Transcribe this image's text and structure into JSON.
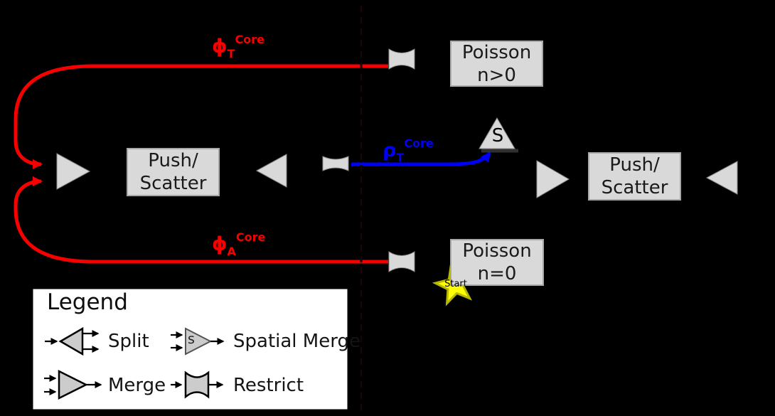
{
  "colors": {
    "background": "#000000",
    "flux_red": "#f80000",
    "density_blue": "#0000f5",
    "node_fill": "#d9d9d9",
    "node_border": "#a8a8a8",
    "node_text": "#1a1a1a",
    "legend_bg": "#ffffff",
    "legend_border": "#000000",
    "star_fill": "#ffff00",
    "star_border": "#b8b800"
  },
  "nodes": {
    "push_scatter_left": {
      "line1": "Push/",
      "line2": "Scatter"
    },
    "push_scatter_right": {
      "line1": "Push/",
      "line2": "Scatter"
    },
    "poisson_positive": {
      "line1": "Poisson",
      "line2": "n>0"
    },
    "poisson_zero": {
      "line1": "Poisson",
      "line2": "n=0"
    },
    "spatial_merge_letter": "S",
    "start_label": "Start"
  },
  "edge_labels": {
    "phi_T": {
      "symbol": "ϕ",
      "subscript": "T",
      "superscript": "Core"
    },
    "phi_A": {
      "symbol": "ϕ",
      "subscript": "A",
      "superscript": "Core"
    },
    "rho_T": {
      "symbol": "ρ",
      "subscript": "T",
      "superscript": "Core"
    }
  },
  "legend": {
    "title": "Legend",
    "spatial_merge_icon_letter": "s",
    "items": [
      {
        "icon": "split-icon",
        "label": "Split"
      },
      {
        "icon": "spatial-merge-icon",
        "label": "Spatial Merge"
      },
      {
        "icon": "merge-icon",
        "label": "Merge"
      },
      {
        "icon": "restrict-icon",
        "label": "Restrict"
      }
    ]
  }
}
